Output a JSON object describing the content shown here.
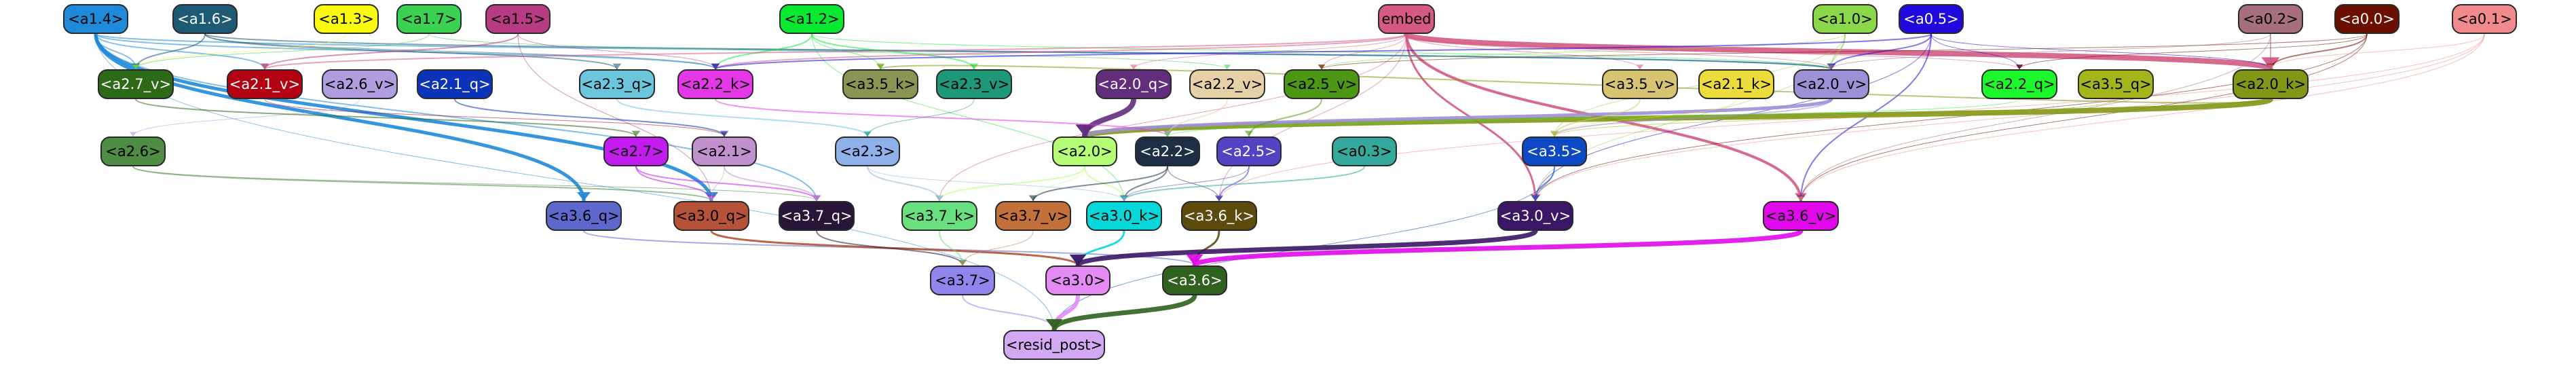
{
  "graph": {
    "nodes": [
      {
        "id": "a1_4",
        "label": "<a1.4>",
        "fill": "#1f8ad9",
        "text": "#000000"
      },
      {
        "id": "a1_6",
        "label": "<a1.6>",
        "fill": "#1e5a74",
        "text": "#ffffff"
      },
      {
        "id": "a1_3",
        "label": "<a1.3>",
        "fill": "#fafa10",
        "text": "#000000"
      },
      {
        "id": "a1_7",
        "label": "<a1.7>",
        "fill": "#3bd153",
        "text": "#000000"
      },
      {
        "id": "a1_5",
        "label": "<a1.5>",
        "fill": "#b73b82",
        "text": "#000000"
      },
      {
        "id": "a1_2",
        "label": "<a1.2>",
        "fill": "#09e931",
        "text": "#000000"
      },
      {
        "id": "embed",
        "label": "embed",
        "fill": "#d45a83",
        "text": "#000000"
      },
      {
        "id": "a1_0",
        "label": "<a1.0>",
        "fill": "#8bd74a",
        "text": "#000000"
      },
      {
        "id": "a0_5",
        "label": "<a0.5>",
        "fill": "#2009dc",
        "text": "#ffffff"
      },
      {
        "id": "a0_2",
        "label": "<a0.2>",
        "fill": "#a76e7e",
        "text": "#000000"
      },
      {
        "id": "a0_0",
        "label": "<a0.0>",
        "fill": "#6b1000",
        "text": "#ffffff"
      },
      {
        "id": "a0_1",
        "label": "<a0.1>",
        "fill": "#f18a8d",
        "text": "#000000"
      },
      {
        "id": "a2_7_v",
        "label": "<a2.7_v>",
        "fill": "#2c6a17",
        "text": "#ffffff"
      },
      {
        "id": "a2_1_v",
        "label": "<a2.1_v>",
        "fill": "#b20212",
        "text": "#ffffff"
      },
      {
        "id": "a2_6_v",
        "label": "<a2.6_v>",
        "fill": "#ae9ee0",
        "text": "#000000"
      },
      {
        "id": "a2_1_q",
        "label": "<a2.1_q>",
        "fill": "#0b34b8",
        "text": "#ffffff"
      },
      {
        "id": "a2_3_q",
        "label": "<a2.3_q>",
        "fill": "#6bc5dd",
        "text": "#000000"
      },
      {
        "id": "a2_2_k",
        "label": "<a2.2_k>",
        "fill": "#e438e7",
        "text": "#000000"
      },
      {
        "id": "a3_5_k",
        "label": "<a3.5_k>",
        "fill": "#8a9553",
        "text": "#000000"
      },
      {
        "id": "a2_3_v",
        "label": "<a2.3_v>",
        "fill": "#1d9878",
        "text": "#000000"
      },
      {
        "id": "a2_0_q",
        "label": "<a2.0_q>",
        "fill": "#622e7c",
        "text": "#ffffff"
      },
      {
        "id": "a2_2_v",
        "label": "<a2.2_v>",
        "fill": "#e5d0a7",
        "text": "#000000"
      },
      {
        "id": "a2_5_v",
        "label": "<a2.5_v>",
        "fill": "#4c9713",
        "text": "#000000"
      },
      {
        "id": "a3_5_v",
        "label": "<a3.5_v>",
        "fill": "#d6c473",
        "text": "#000000"
      },
      {
        "id": "a2_1_k",
        "label": "<a2.1_k>",
        "fill": "#ecdc3c",
        "text": "#000000"
      },
      {
        "id": "a2_0_v",
        "label": "<a2.0_v>",
        "fill": "#9d90d7",
        "text": "#000000"
      },
      {
        "id": "a2_2_q",
        "label": "<a2.2_q>",
        "fill": "#1cf72b",
        "text": "#000000"
      },
      {
        "id": "a3_5_q",
        "label": "<a3.5_q>",
        "fill": "#a2b51a",
        "text": "#000000"
      },
      {
        "id": "a2_0_k",
        "label": "<a2.0_k>",
        "fill": "#839716",
        "text": "#000000"
      },
      {
        "id": "a2_6",
        "label": "<a2.6>",
        "fill": "#4e8d43",
        "text": "#000000"
      },
      {
        "id": "a2_7",
        "label": "<a2.7>",
        "fill": "#c21cee",
        "text": "#000000"
      },
      {
        "id": "a2_1",
        "label": "<a2.1>",
        "fill": "#c191cd",
        "text": "#000000"
      },
      {
        "id": "a2_3",
        "label": "<a2.3>",
        "fill": "#8eb1ea",
        "text": "#000000"
      },
      {
        "id": "a2_0",
        "label": "<a2.0>",
        "fill": "#b5fd74",
        "text": "#000000"
      },
      {
        "id": "a2_2",
        "label": "<a2.2>",
        "fill": "#1e2f44",
        "text": "#ffffff"
      },
      {
        "id": "a2_5",
        "label": "<a2.5>",
        "fill": "#5442c5",
        "text": "#ffffff"
      },
      {
        "id": "a0_3",
        "label": "<a0.3>",
        "fill": "#33a89b",
        "text": "#000000"
      },
      {
        "id": "a3_5",
        "label": "<a3.5>",
        "fill": "#0d48c5",
        "text": "#ffffff"
      },
      {
        "id": "a3_6_q",
        "label": "<a3.6_q>",
        "fill": "#5e67cb",
        "text": "#000000"
      },
      {
        "id": "a3_0_q",
        "label": "<a3.0_q>",
        "fill": "#b4523a",
        "text": "#000000"
      },
      {
        "id": "a3_7_q",
        "label": "<a3.7_q>",
        "fill": "#281538",
        "text": "#ffffff"
      },
      {
        "id": "a3_7_k",
        "label": "<a3.7_k>",
        "fill": "#69e080",
        "text": "#000000"
      },
      {
        "id": "a3_7_v",
        "label": "<a3.7_v>",
        "fill": "#c2713a",
        "text": "#000000"
      },
      {
        "id": "a3_0_k",
        "label": "<a3.0_k>",
        "fill": "#08d7d9",
        "text": "#000000"
      },
      {
        "id": "a3_6_k",
        "label": "<a3.6_k>",
        "fill": "#5d4b0e",
        "text": "#ffffff"
      },
      {
        "id": "a3_0_v",
        "label": "<a3.0_v>",
        "fill": "#3a1664",
        "text": "#ffffff"
      },
      {
        "id": "a3_6_v",
        "label": "<a3.6_v>",
        "fill": "#e108ec",
        "text": "#000000"
      },
      {
        "id": "a3_7",
        "label": "<a3.7>",
        "fill": "#9084ed",
        "text": "#000000"
      },
      {
        "id": "a3_0",
        "label": "<a3.0>",
        "fill": "#e38af5",
        "text": "#000000"
      },
      {
        "id": "a3_6",
        "label": "<a3.6>",
        "fill": "#2f621e",
        "text": "#ffffff"
      },
      {
        "id": "resid_post",
        "label": "<resid_post>",
        "fill": "#d3a8f3",
        "text": "#000000"
      }
    ],
    "edges": [
      {
        "from": "a1_4",
        "to": "a2_7_v",
        "color": "#1f8ad9",
        "weight": 2
      },
      {
        "from": "a1_4",
        "to": "a2_1_v",
        "color": "#1f8ad9",
        "weight": 2
      },
      {
        "from": "a1_4",
        "to": "a2_2_k",
        "color": "#1f8ad9",
        "weight": 2
      },
      {
        "from": "a1_4",
        "to": "a3_6_q",
        "color": "#1f8ad9",
        "weight": 5
      },
      {
        "from": "a1_4",
        "to": "a3_0_q",
        "color": "#1f8ad9",
        "weight": 5
      },
      {
        "from": "a1_4",
        "to": "a3_7_q",
        "color": "#1f8ad9",
        "weight": 2
      },
      {
        "from": "a1_4",
        "to": "resid_post",
        "color": "#1f8ad9",
        "weight": 1
      },
      {
        "from": "a1_4",
        "to": "a2_0_v",
        "color": "#1f8ad9",
        "weight": 2
      },
      {
        "from": "a1_6",
        "to": "a2_3_q",
        "color": "#1e5a74",
        "weight": 2
      },
      {
        "from": "a1_6",
        "to": "a2_7_v",
        "color": "#1e5a74",
        "weight": 2
      },
      {
        "from": "a1_6",
        "to": "a2_0_v",
        "color": "#1e5a74",
        "weight": 2
      },
      {
        "from": "a1_6",
        "to": "a2_2_k",
        "color": "#1e5a74",
        "weight": 1
      },
      {
        "from": "a1_3",
        "to": "a2_7_v",
        "color": "#fafa10",
        "weight": 1
      },
      {
        "from": "a1_7",
        "to": "a2_7_v",
        "color": "#3bd153",
        "weight": 1
      },
      {
        "from": "a1_7",
        "to": "a2_2_v",
        "color": "#3bd153",
        "weight": 1
      },
      {
        "from": "a1_5",
        "to": "a2_1_v",
        "color": "#b73b82",
        "weight": 2
      },
      {
        "from": "a1_5",
        "to": "a3_0_q",
        "color": "#b73b82",
        "weight": 1
      },
      {
        "from": "a1_5",
        "to": "a2_2_k",
        "color": "#b73b82",
        "weight": 1
      },
      {
        "from": "a1_2",
        "to": "a2_2_k",
        "color": "#09e931",
        "weight": 2
      },
      {
        "from": "a1_2",
        "to": "a2_3_v",
        "color": "#09e931",
        "weight": 2
      },
      {
        "from": "a1_2",
        "to": "a3_5_k",
        "color": "#09e931",
        "weight": 1
      },
      {
        "from": "a1_2",
        "to": "a2_0_v",
        "color": "#09e931",
        "weight": 1
      },
      {
        "from": "a1_2",
        "to": "a3_0_k",
        "color": "#09e931",
        "weight": 1
      },
      {
        "from": "embed",
        "to": "a2_0_k",
        "color": "#d45a83",
        "weight": 8
      },
      {
        "from": "embed",
        "to": "a3_6_v",
        "color": "#d45a83",
        "weight": 4
      },
      {
        "from": "embed",
        "to": "a3_0_v",
        "color": "#d45a83",
        "weight": 3
      },
      {
        "from": "embed",
        "to": "a2_2_k",
        "color": "#d45a83",
        "weight": 2
      },
      {
        "from": "embed",
        "to": "a2_1_v",
        "color": "#d45a83",
        "weight": 2
      },
      {
        "from": "embed",
        "to": "a3_7_k",
        "color": "#d45a83",
        "weight": 1
      },
      {
        "from": "embed",
        "to": "a3_6_k",
        "color": "#d45a83",
        "weight": 1
      },
      {
        "from": "embed",
        "to": "a2_0_q",
        "color": "#d45a83",
        "weight": 1
      },
      {
        "from": "embed",
        "to": "a2_5_v",
        "color": "#d45a83",
        "weight": 1
      },
      {
        "from": "embed",
        "to": "a2_0_v",
        "color": "#d45a83",
        "weight": 1
      },
      {
        "from": "embed",
        "to": "a2_2_q",
        "color": "#d45a83",
        "weight": 1
      },
      {
        "from": "embed",
        "to": "a3_5_v",
        "color": "#d45a83",
        "weight": 1
      },
      {
        "from": "a1_0",
        "to": "a2_0_v",
        "color": "#8bd74a",
        "weight": 2
      },
      {
        "from": "a1_0",
        "to": "a3_5",
        "color": "#8bd74a",
        "weight": 1
      },
      {
        "from": "a1_0",
        "to": "a3_0_v",
        "color": "#8bd74a",
        "weight": 1
      },
      {
        "from": "a1_0",
        "to": "a2_5_v",
        "color": "#8bd74a",
        "weight": 1
      },
      {
        "from": "a0_5",
        "to": "a2_0_v",
        "color": "#2009dc",
        "weight": 2
      },
      {
        "from": "a0_5",
        "to": "a3_6_v",
        "color": "#2009dc",
        "weight": 2
      },
      {
        "from": "a0_5",
        "to": "a2_2_k",
        "color": "#2009dc",
        "weight": 2
      },
      {
        "from": "a0_5",
        "to": "a3_0_v",
        "color": "#2009dc",
        "weight": 1
      },
      {
        "from": "a0_5",
        "to": "a2_0_k",
        "color": "#2009dc",
        "weight": 1
      },
      {
        "from": "a0_5",
        "to": "a2_2_q",
        "color": "#2009dc",
        "weight": 1
      },
      {
        "from": "a0_2",
        "to": "a2_0_k",
        "color": "#a76e7e",
        "weight": 2
      },
      {
        "from": "a0_2",
        "to": "a2_0_v",
        "color": "#a76e7e",
        "weight": 1
      },
      {
        "from": "a0_2",
        "to": "a3_6_v",
        "color": "#a76e7e",
        "weight": 1
      },
      {
        "from": "a0_0",
        "to": "a2_0_k",
        "color": "#6b1000",
        "weight": 2
      },
      {
        "from": "a0_0",
        "to": "a3_6_v",
        "color": "#6b1000",
        "weight": 1
      },
      {
        "from": "a0_0",
        "to": "a3_0_v",
        "color": "#6b1000",
        "weight": 1
      },
      {
        "from": "a0_0",
        "to": "a2_5_v",
        "color": "#6b1000",
        "weight": 1
      },
      {
        "from": "a0_0",
        "to": "a2_2_q",
        "color": "#6b1000",
        "weight": 1
      },
      {
        "from": "a0_1",
        "to": "a2_0_k",
        "color": "#f18a8d",
        "weight": 1
      },
      {
        "from": "a0_1",
        "to": "a3_6_v",
        "color": "#f18a8d",
        "weight": 1
      },
      {
        "from": "a0_1",
        "to": "a3_0_v",
        "color": "#f18a8d",
        "weight": 1
      },
      {
        "from": "a0_1",
        "to": "a3_6_k",
        "color": "#f18a8d",
        "weight": 1
      },
      {
        "from": "a2_0_k",
        "to": "a2_0",
        "color": "#839716",
        "weight": 8
      },
      {
        "from": "a2_0_k",
        "to": "a3_5_k",
        "color": "#839716",
        "weight": 2
      },
      {
        "from": "a2_0_v",
        "to": "a2_0",
        "color": "#9d90d7",
        "weight": 5
      },
      {
        "from": "a2_0_v",
        "to": "a3_5",
        "color": "#9d90d7",
        "weight": 2
      },
      {
        "from": "a2_0_q",
        "to": "a2_0",
        "color": "#622e7c",
        "weight": 8
      },
      {
        "from": "a2_2_v",
        "to": "a2_2",
        "color": "#e5d0a7",
        "weight": 2
      },
      {
        "from": "a2_2_k",
        "to": "a2_2",
        "color": "#e438e7",
        "weight": 2
      },
      {
        "from": "a2_2_q",
        "to": "a2_2",
        "color": "#1cf72b",
        "weight": 1
      },
      {
        "from": "a2_1_v",
        "to": "a2_1",
        "color": "#b20212",
        "weight": 1
      },
      {
        "from": "a2_1_q",
        "to": "a2_1",
        "color": "#0b34b8",
        "weight": 2
      },
      {
        "from": "a2_1_k",
        "to": "a3_5",
        "color": "#ecdc3c",
        "weight": 1
      },
      {
        "from": "a2_3_q",
        "to": "a2_3",
        "color": "#6bc5dd",
        "weight": 2
      },
      {
        "from": "a2_3_v",
        "to": "a2_3",
        "color": "#1d9878",
        "weight": 1
      },
      {
        "from": "a2_5_v",
        "to": "a2_5",
        "color": "#4c9713",
        "weight": 2
      },
      {
        "from": "a2_6_v",
        "to": "a2_6",
        "color": "#ae9ee0",
        "weight": 1
      },
      {
        "from": "a2_7_v",
        "to": "a2_7",
        "color": "#2c6a17",
        "weight": 2
      },
      {
        "from": "a3_5_v",
        "to": "a3_5",
        "color": "#d6c473",
        "weight": 2
      },
      {
        "from": "a3_5_q",
        "to": "a3_5",
        "color": "#a2b51a",
        "weight": 1
      },
      {
        "from": "a2_0",
        "to": "a3_7_k",
        "color": "#b5fd74",
        "weight": 2
      },
      {
        "from": "a2_0",
        "to": "a3_0_k",
        "color": "#b5fd74",
        "weight": 2
      },
      {
        "from": "a2_0",
        "to": "a3_7_v",
        "color": "#b5fd74",
        "weight": 1
      },
      {
        "from": "a2_2",
        "to": "a3_0_k",
        "color": "#1e2f44",
        "weight": 2
      },
      {
        "from": "a2_2",
        "to": "a3_7_v",
        "color": "#1e2f44",
        "weight": 2
      },
      {
        "from": "a2_2",
        "to": "a3_6_k",
        "color": "#1e2f44",
        "weight": 1
      },
      {
        "from": "a2_5",
        "to": "a3_6_k",
        "color": "#5442c5",
        "weight": 2
      },
      {
        "from": "a2_5",
        "to": "a3_0_k",
        "color": "#5442c5",
        "weight": 1
      },
      {
        "from": "a0_3",
        "to": "a3_0_k",
        "color": "#33a89b",
        "weight": 2
      },
      {
        "from": "a2_6",
        "to": "a3_0_q",
        "color": "#4e8d43",
        "weight": 2
      },
      {
        "from": "a2_6",
        "to": "a3_7_q",
        "color": "#4e8d43",
        "weight": 1
      },
      {
        "from": "a2_7",
        "to": "a3_0_q",
        "color": "#c21cee",
        "weight": 2
      },
      {
        "from": "a2_7",
        "to": "a3_7_q",
        "color": "#c21cee",
        "weight": 2
      },
      {
        "from": "a2_1",
        "to": "a3_7_q",
        "color": "#c191cd",
        "weight": 2
      },
      {
        "from": "a2_1",
        "to": "a3_0_q",
        "color": "#c191cd",
        "weight": 1
      },
      {
        "from": "a2_3",
        "to": "a3_7_k",
        "color": "#8eb1ea",
        "weight": 2
      },
      {
        "from": "a2_3",
        "to": "a3_0_k",
        "color": "#8eb1ea",
        "weight": 1
      },
      {
        "from": "a3_5",
        "to": "a3_0_v",
        "color": "#0d48c5",
        "weight": 2
      },
      {
        "from": "a3_5",
        "to": "resid_post",
        "color": "#0d48c5",
        "weight": 1
      },
      {
        "from": "a3_6_q",
        "to": "a3_6",
        "color": "#5e67cb",
        "weight": 2
      },
      {
        "from": "a3_0_q",
        "to": "a3_0",
        "color": "#b4523a",
        "weight": 3
      },
      {
        "from": "a3_7_q",
        "to": "a3_7",
        "color": "#281538",
        "weight": 2
      },
      {
        "from": "a3_7_k",
        "to": "a3_7",
        "color": "#69e080",
        "weight": 2
      },
      {
        "from": "a3_7_v",
        "to": "a3_7",
        "color": "#c2713a",
        "weight": 1
      },
      {
        "from": "a3_0_k",
        "to": "a3_0",
        "color": "#08d7d9",
        "weight": 3
      },
      {
        "from": "a3_6_k",
        "to": "a3_6",
        "color": "#5d4b0e",
        "weight": 3
      },
      {
        "from": "a3_0_v",
        "to": "a3_0",
        "color": "#3a1664",
        "weight": 7
      },
      {
        "from": "a3_6_v",
        "to": "a3_6",
        "color": "#e108ec",
        "weight": 7
      },
      {
        "from": "a3_7",
        "to": "resid_post",
        "color": "#9084ed",
        "weight": 2
      },
      {
        "from": "a3_0",
        "to": "resid_post",
        "color": "#e38af5",
        "weight": 6
      },
      {
        "from": "a3_6",
        "to": "resid_post",
        "color": "#2f621e",
        "weight": 7
      }
    ]
  }
}
